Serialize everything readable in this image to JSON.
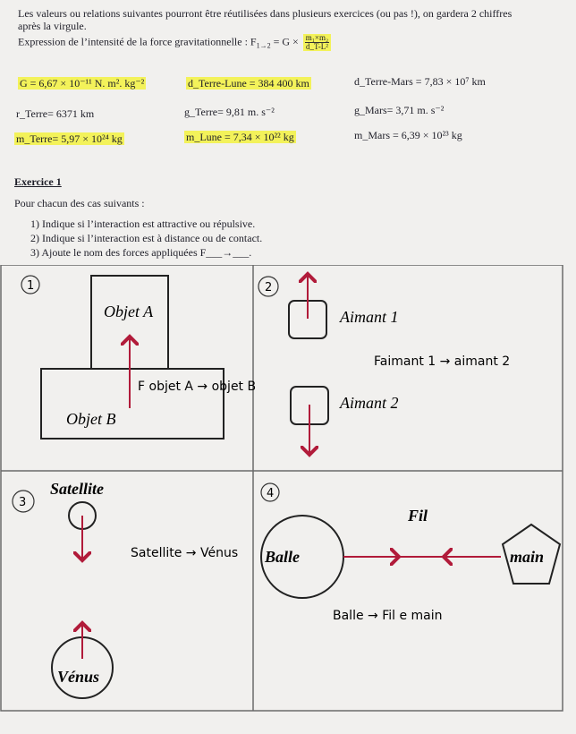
{
  "intro": {
    "line1": "Les valeurs ou relations suivantes pourront être réutilisées dans plusieurs exercices (ou pas !), on gardera 2 chiffres",
    "line2": "après la virgule.",
    "formula_prefix": "Expression de l’intensité de la force gravitationnelle : F",
    "formula_sub": "1→2",
    "formula_eq": " = G ×",
    "frac_num": "m₁×m₂",
    "frac_den": "d_T-L²"
  },
  "constants": [
    {
      "text": "G = 6,67 × 10⁻¹¹ N. m². kg⁻²",
      "highlight": true
    },
    {
      "text": "d_Terre-Lune = 384 400 km",
      "highlight": true
    },
    {
      "text": "d_Terre-Mars = 7,83 × 10⁷ km",
      "highlight": false
    },
    {
      "text": "r_Terre= 6371 km",
      "highlight": false
    },
    {
      "text": "g_Terre= 9,81 m. s⁻²",
      "highlight": false
    },
    {
      "text": "g_Mars= 3,71 m. s⁻²",
      "highlight": false
    },
    {
      "text": "m_Terre= 5,97 × 10²⁴ kg",
      "highlight": true
    },
    {
      "text": "m_Lune = 7,34 × 10²² kg",
      "highlight": true
    },
    {
      "text": "m_Mars = 6,39 × 10²³ kg",
      "highlight": false
    }
  ],
  "exercise": {
    "title": "Exercice 1",
    "prompt": "Pour chacun des cas suivants :",
    "questions": [
      "1)  Indique si l’interaction est attractive ou répulsive.",
      "2)  Indique si l’interaction est à distance ou de contact.",
      "3)  Ajoute le nom des forces appliquées F___→___."
    ]
  },
  "cells": {
    "c1": {
      "number": "1",
      "objet_a": "Objet A",
      "objet_b": "Objet B",
      "handwriting": "F objet A → objet B"
    },
    "c2": {
      "number": "2",
      "aimant1": "Aimant 1",
      "aimant2": "Aimant 2",
      "handwriting": "Faimant 1 → aimant 2"
    },
    "c3": {
      "number": "3",
      "satellite": "Satellite",
      "venus": "Vénus",
      "handwriting": "Satellite → Vénus"
    },
    "c4": {
      "number": "4",
      "fil": "Fil",
      "balle": "Balle",
      "main": "main",
      "handwriting": "Balle → Fil e main"
    }
  },
  "colors": {
    "arrow": "#b11b3a",
    "highlight": "#f3f25a",
    "ink": "#2b3bb6"
  }
}
